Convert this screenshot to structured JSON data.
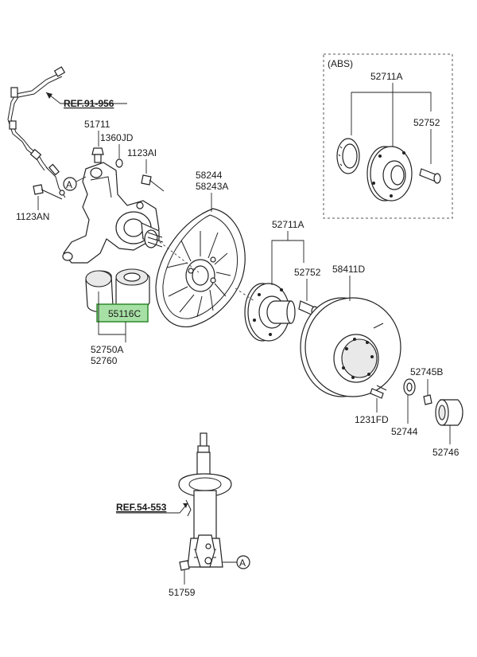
{
  "diagram": {
    "references": {
      "ref_abs_sensor": "REF.91-956",
      "ref_strut": "REF.54-553"
    },
    "abs_box": {
      "title": "(ABS)",
      "hub_label": "52711A",
      "bolt_label": "52752"
    },
    "callout_marker": "A",
    "highlight_color": "#a7e0a5",
    "labels": {
      "p51711": "51711",
      "p1360jd": "1360JD",
      "p1123ai": "1123AI",
      "p1123an": "1123AN",
      "p58244": "58244",
      "p58243a": "58243A",
      "p52711a": "52711A",
      "p52752": "52752",
      "p58411d": "58411D",
      "p55116c": "55116C",
      "p52750a": "52750A",
      "p52760": "52760",
      "p52745b": "52745B",
      "p1231fd": "1231FD",
      "p52744": "52744",
      "p52746": "52746",
      "p51759": "51759"
    }
  }
}
